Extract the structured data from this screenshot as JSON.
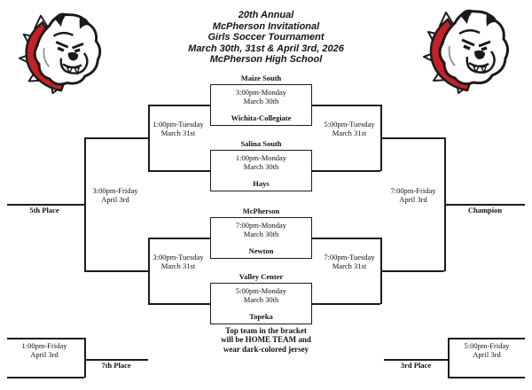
{
  "header": {
    "title_lines": [
      "20th Annual",
      "McPherson Invitational",
      "Girls Soccer Tournament",
      "March 30th, 31st & April 3rd, 2026",
      "McPherson High School"
    ],
    "logo": "bulldog-mascot"
  },
  "bracket": {
    "first_round": [
      {
        "top_team": "Maize South",
        "time": "3:00pm-Monday",
        "date": "March 30th",
        "bottom_team": "Wichita-Collegiate"
      },
      {
        "top_team": "Salina South",
        "time": "1:00pm-Monday",
        "date": "March 30th",
        "bottom_team": "Hays"
      },
      {
        "top_team": "McPherson",
        "time": "7:00pm-Monday",
        "date": "March 30th",
        "bottom_team": "Newton"
      },
      {
        "top_team": "Valley Center",
        "time": "5:00pm-Monday",
        "date": "March 30th",
        "bottom_team": "Topeka"
      }
    ],
    "consolation_semis": [
      {
        "time": "1:00pm-Tuesday",
        "date": "March 31st"
      },
      {
        "time": "3:00pm-Tuesday",
        "date": "March 31st"
      }
    ],
    "winners_semis": [
      {
        "time": "5:00pm-Tuesday",
        "date": "March 31st"
      },
      {
        "time": "7:00pm-Tuesday",
        "date": "March 31st"
      }
    ],
    "fifth_place_game": {
      "time": "3:00pm-Friday",
      "date": "April 3rd",
      "label": "5th Place"
    },
    "championship_game": {
      "time": "7:00pm-Friday",
      "date": "April 3rd",
      "label": "Champion"
    },
    "seventh_place_game": {
      "time": "1:00pm-Friday",
      "date": "April 3rd",
      "label": "7th Place"
    },
    "third_place_game": {
      "time": "5:00pm-Friday",
      "date": "April 3rd",
      "label": "3rd Place"
    }
  },
  "note_lines": [
    "Top team in the bracket",
    "will be HOME TEAM and",
    "wear dark-colored jersey"
  ],
  "colors": {
    "line": "#1c1c1c",
    "text": "#000000",
    "collar_red": "#c62128"
  }
}
